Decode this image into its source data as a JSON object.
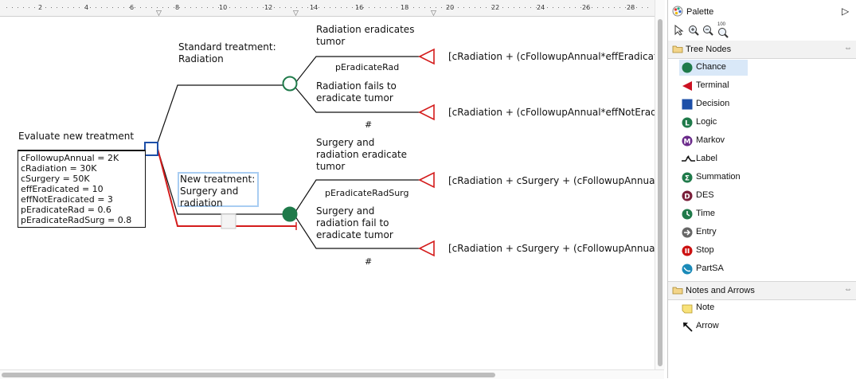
{
  "ruler": {
    "numbers": [
      "2",
      "4",
      "6",
      "8",
      "10",
      "12",
      "14",
      "16",
      "18",
      "20",
      "22",
      "24",
      "26",
      "28"
    ]
  },
  "tree": {
    "root": {
      "title": "Evaluate new treatment",
      "params": [
        "cFollowupAnnual = 2K",
        "cRadiation = 30K",
        "cSurgery = 50K",
        "effEradicated = 10",
        "effNotEradicated = 3",
        "pEradicateRad = 0.6",
        "pEradicateRadSurg = 0.8"
      ]
    },
    "branch_standard": {
      "label_line1": "Standard treatment:",
      "label_line2": "Radiation",
      "outcome_a": {
        "label_line1": "Radiation eradicates",
        "label_line2": "tumor",
        "prob": "pEradicateRad",
        "payoff": "[cRadiation + (cFollowupAnnual*effEradicate"
      },
      "outcome_b": {
        "label_line1": "Radiation fails to",
        "label_line2": "eradicate tumor",
        "prob": "#",
        "payoff": "[cRadiation + (cFollowupAnnual*effNotEradic"
      }
    },
    "branch_new": {
      "label_line1": "New treatment:",
      "label_line2": "Surgery and",
      "label_line3": "radiation",
      "outcome_a": {
        "label_line1": "Surgery and",
        "label_line2": "radiation eradicate",
        "label_line3": "tumor",
        "prob": "pEradicateRadSurg",
        "payoff": "[cRadiation + cSurgery + (cFollowupAnnual*"
      },
      "outcome_b": {
        "label_line1": "Surgery and",
        "label_line2": "radiation fail to",
        "label_line3": "eradicate tumor",
        "prob": "#",
        "payoff": "[cRadiation + cSurgery + (cFollowupAnnual*"
      }
    }
  },
  "palette": {
    "title": "Palette",
    "zoom_text": "100",
    "tree_nodes": {
      "header": "Tree Nodes",
      "items": [
        {
          "label": "Chance",
          "icon": "chance-icon",
          "color": "#1f7a4a"
        },
        {
          "label": "Terminal",
          "icon": "terminal-icon",
          "color": "#cc1122"
        },
        {
          "label": "Decision",
          "icon": "decision-icon",
          "color": "#1d4fa8"
        },
        {
          "label": "Logic",
          "icon": "logic-icon",
          "color": "#1f7a4a"
        },
        {
          "label": "Markov",
          "icon": "markov-icon",
          "color": "#6a2a8a"
        },
        {
          "label": "Label",
          "icon": "label-icon",
          "color": "#111111"
        },
        {
          "label": "Summation",
          "icon": "summation-icon",
          "color": "#1f7a4a"
        },
        {
          "label": "DES",
          "icon": "des-icon",
          "color": "#7a1f3a"
        },
        {
          "label": "Time",
          "icon": "time-icon",
          "color": "#1f7a4a"
        },
        {
          "label": "Entry",
          "icon": "entry-icon",
          "color": "#666666"
        },
        {
          "label": "Stop",
          "icon": "stop-icon",
          "color": "#cc1111"
        },
        {
          "label": "PartSA",
          "icon": "partsa-icon",
          "color": "#1a8ab8"
        }
      ]
    },
    "notes": {
      "header": "Notes and Arrows",
      "items": [
        {
          "label": "Note",
          "icon": "note-icon"
        },
        {
          "label": "Arrow",
          "icon": "arrow-icon"
        }
      ]
    }
  }
}
